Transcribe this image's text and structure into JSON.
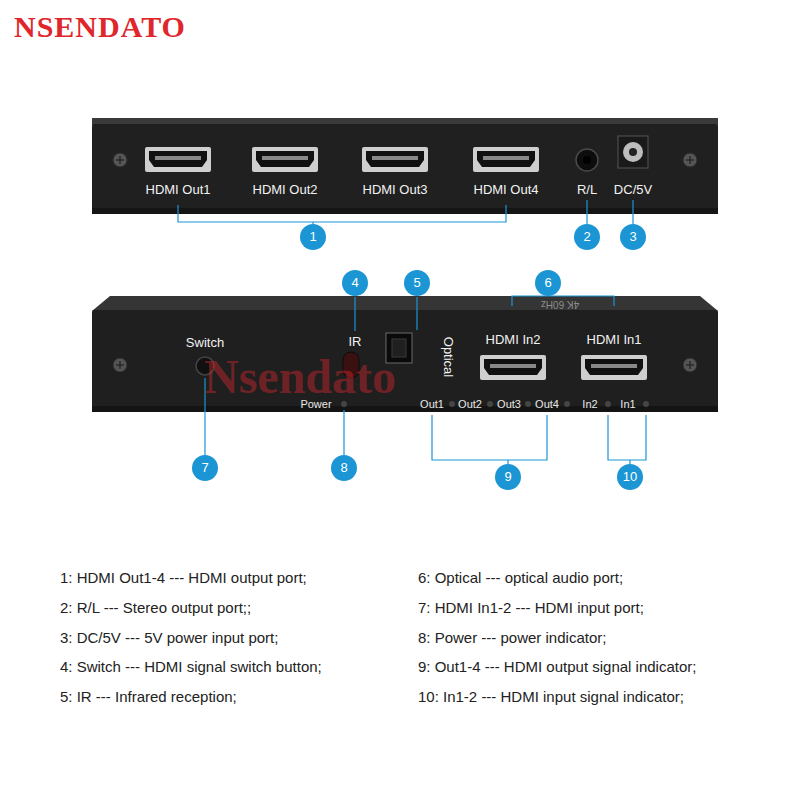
{
  "diagram": {
    "title": "NSENDATO",
    "labels": [
      "HDMI Out1",
      "HDMI Out2",
      "HDMI Out3",
      "HDMI Out4",
      "R/L",
      "DC/5V",
      "1",
      "2",
      "3",
      "4",
      "5",
      "6",
      "4K 60Hz",
      "Switch",
      "IR",
      "Optical",
      "HDMI In2",
      "HDMI In1",
      "Power",
      "Out1",
      "Out2",
      "Out3",
      "Out4",
      "In2",
      "In1",
      "Nsendato",
      "7",
      "8",
      "9",
      "10",
      "1: HDMI Out1-4 --- HDMI output port;",
      "2: R/L --- Stereo output port;;",
      "3: DC/5V --- 5V power input port;",
      "4: Switch --- HDMI signal switch button;",
      "5: IR --- Infrared reception;",
      "6: Optical --- optical audio port;",
      "7: HDMI In1-2 --- HDMI input port;",
      "8: Power --- power indicator;",
      "9: Out1-4 --- HDMI output signal indicator;",
      "10: In1-2 --- HDMI input signal indicator;"
    ]
  }
}
